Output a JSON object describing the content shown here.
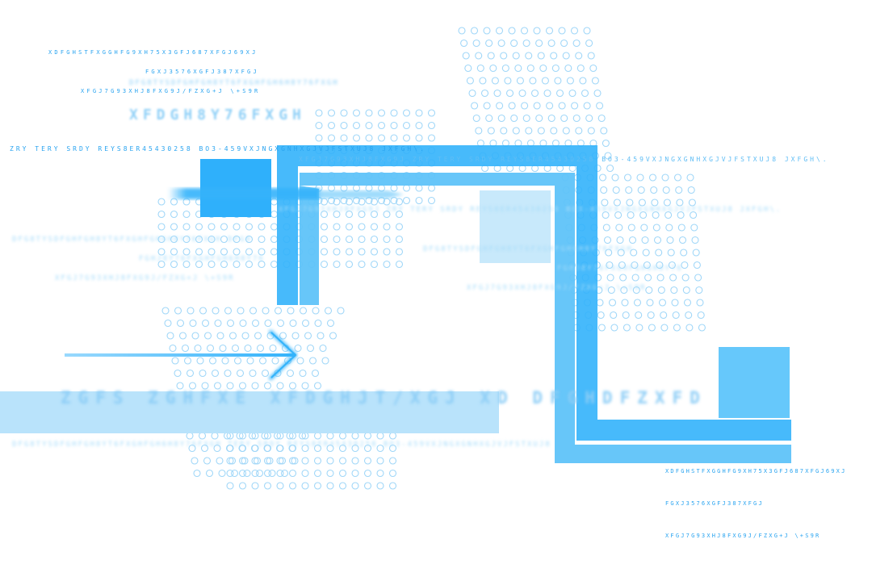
{
  "texts": {
    "code_line_1": "XDFGHSTFXGGHFG9XH75X3GFJ687XFGJ69XJ",
    "code_line_2": "FGXJ3576XGFJ387XFGJ",
    "code_line_3": "XFGJ7G93XHJ8FXG9J/FZXG+J \\+S9R",
    "glyph_heading": "XFDGH8Y76FXGH",
    "stream_line_1": "ZRY TERY SRDY REYS8ER45430258 BO3-459VXJNGXGNHXGJVJFSTXUJ8 JXFGH\\.",
    "stream_line_2": "XFGJ7G93XHJ8FXG9J ZRY TERY SRDY REYS8ER45430258 BO3-459VXJNGXGNHXGJVJFSTXUJ8 JXFGH\\.",
    "blur_line_1": "DFG8TYSDFGHFGH8YT6FXGHFGH6H8Y76FXGH",
    "blur_line_2": "XFGJ7G93XHJ8FXG9J ZRY TERY SRDY REYS8ER45430258 BO3-459VXJNGXGNHXGJVJFSTXUJ8 JXFGH\\.",
    "blur_line_3": "DFG8TYSDFGHFGH8YT6FXGHFGH6H8Y76FXGH DFG8",
    "blur_line_4": "FGHJ8Y76FXGHFGH6H8Y76",
    "blur_line_5": "XFGJ7G93XHJ8FXG9J/FZXG+J \\+S9R",
    "blur_line_6": "DFG8TYSDFGHFGH8YT6FXGHFGH6H8Y76FXGH",
    "blur_line_7": "FGHJ8Y76FXGHFGH6H8Y76",
    "blur_line_8": "XFGJ7G93XHJ8FXG9J/FZXG+J \\+S9R",
    "huge_line": "ZGFS ZGHFXE XFDGHJT/XGJ XD DFGHDFZXFD",
    "huge_sub": "DFG8TYSDFGHFGH8YT6FXGHFGH6H8Y76FXGH TERY SRDY REYS8ER45430258 BO3-459VXJNGXGNHXGJVJFSTXUJ8",
    "corner_line_1": "XDFGHSTFXGGHFG9XH75X3GFJ687XFGJ69XJ",
    "corner_line_2": "FGXJ3576XGFJ387XFGJ",
    "corner_line_3": "XFGJ7G93XHJ8FXG9J/FZXG+J \\+S9R"
  },
  "colors": {
    "primary": "#33b3fb",
    "light": "#b9e3fb",
    "mid": "#5fc3f9",
    "dots": "#8fd0f7"
  },
  "icons": {
    "arrow": "right-arrow-icon"
  }
}
